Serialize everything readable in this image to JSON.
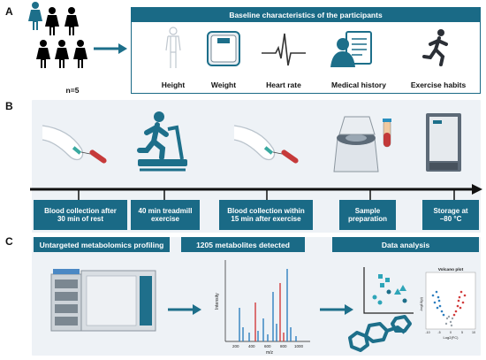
{
  "panels": {
    "a": "A",
    "b": "B",
    "c": "C"
  },
  "section_a": {
    "header": "Baseline characteristics of the participants",
    "participants": "n=5",
    "items": [
      "Height",
      "Weight",
      "Heart rate",
      "Medical history",
      "Exercise habits"
    ]
  },
  "section_b": {
    "steps": [
      "Blood collection after 30 min of rest",
      "40 min treadmill exercise",
      "Blood collection within 15 min after exercise",
      "Sample preparation",
      "Storage at −80 °C"
    ],
    "steps_lines": [
      [
        "Blood collection after",
        "30 min of rest"
      ],
      [
        "40 min treadmill",
        "exercise"
      ],
      [
        "Blood collection within",
        "15 min after exercise"
      ],
      [
        "Sample",
        "preparation"
      ],
      [
        "Storage at",
        "−80 °C"
      ]
    ]
  },
  "section_c": {
    "headers": [
      "Untargeted metabolomics profiling",
      "1205 metabolites detected",
      "Data analysis"
    ],
    "spectrum": {
      "ylabel": "Intensity",
      "xlabel": "m/z",
      "xticks": [
        "200",
        "400",
        "600",
        "800",
        "1000"
      ]
    },
    "volcano": {
      "title": "Volcano plot",
      "xlabel": "Log2(FC)",
      "ylabel": "-log10(p)",
      "xticks": [
        "-10",
        "-5",
        "0",
        "5",
        "10"
      ]
    }
  },
  "colors": {
    "header": "#1a6a86",
    "panel_bg": "#eef2f6",
    "icon_teal": "#1d6f8a",
    "red": "#d13c3c",
    "blue": "#2f7fbf"
  }
}
